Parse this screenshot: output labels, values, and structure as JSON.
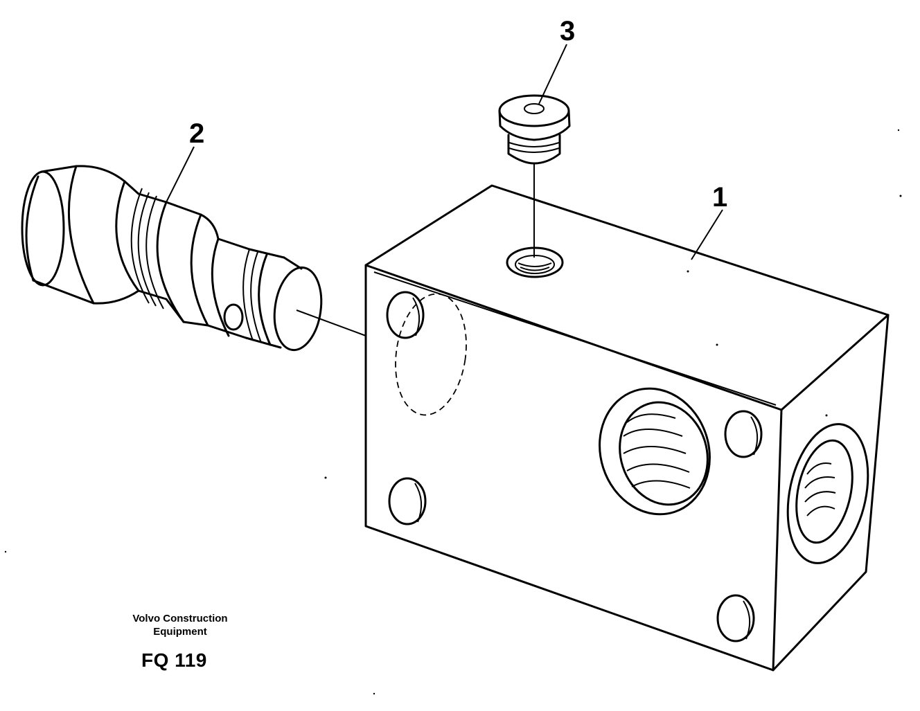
{
  "callouts": {
    "part1": "1",
    "part2": "2",
    "part3": "3"
  },
  "caption": {
    "line1": "Volvo Construction",
    "line2": "Equipment",
    "figure_code": "FQ 119"
  }
}
